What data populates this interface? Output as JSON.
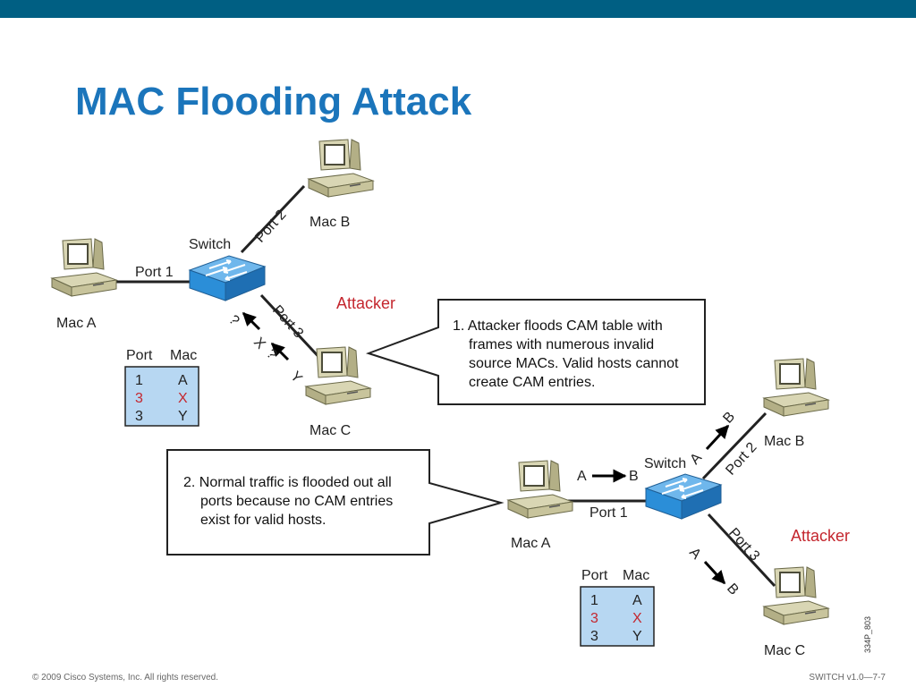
{
  "slide": {
    "title": "MAC Flooding Attack",
    "copyright": "© 2009 Cisco Systems, Inc. All rights reserved.",
    "course_id": "SWITCH v1.0—7-7",
    "figure_id": "334P_803",
    "colors": {
      "bar": "#005f83",
      "title": "#1b75bb",
      "attacker": "#c4262e",
      "table_bg": "#b7d7f2",
      "switch": "#2b8ed8"
    }
  },
  "top": {
    "switch_label": "Switch",
    "port1": "Port 1",
    "port2": "Port 2",
    "port3": "Port 3",
    "mac_a": "Mac A",
    "mac_b": "Mac B",
    "mac_c": "Mac C",
    "attacker": "Attacker",
    "frames": [
      "?",
      "X",
      "?",
      "Y"
    ],
    "table": {
      "headers": [
        "Port",
        "Mac"
      ],
      "rows": [
        {
          "port": "1",
          "mac": "A",
          "highlight": false
        },
        {
          "port": "3",
          "mac": "X",
          "highlight": true
        },
        {
          "port": "3",
          "mac": "Y",
          "highlight": false
        }
      ]
    }
  },
  "callouts": {
    "one": [
      "1. Attacker floods CAM table with",
      "frames with numerous invalid",
      "source MACs. Valid hosts cannot",
      "create CAM entries."
    ],
    "two": [
      "2. Normal traffic is flooded out all",
      "ports because no CAM entries",
      "exist for valid hosts."
    ]
  },
  "bottom": {
    "switch_label": "Switch",
    "port1": "Port 1",
    "port2": "Port 2",
    "port3": "Port 3",
    "mac_a": "Mac A",
    "mac_b": "Mac B",
    "mac_c": "Mac C",
    "attacker": "Attacker",
    "frame_src": "A",
    "frame_dst": "B",
    "table": {
      "headers": [
        "Port",
        "Mac"
      ],
      "rows": [
        {
          "port": "1",
          "mac": "A",
          "highlight": false
        },
        {
          "port": "3",
          "mac": "X",
          "highlight": true
        },
        {
          "port": "3",
          "mac": "Y",
          "highlight": false
        }
      ]
    }
  }
}
